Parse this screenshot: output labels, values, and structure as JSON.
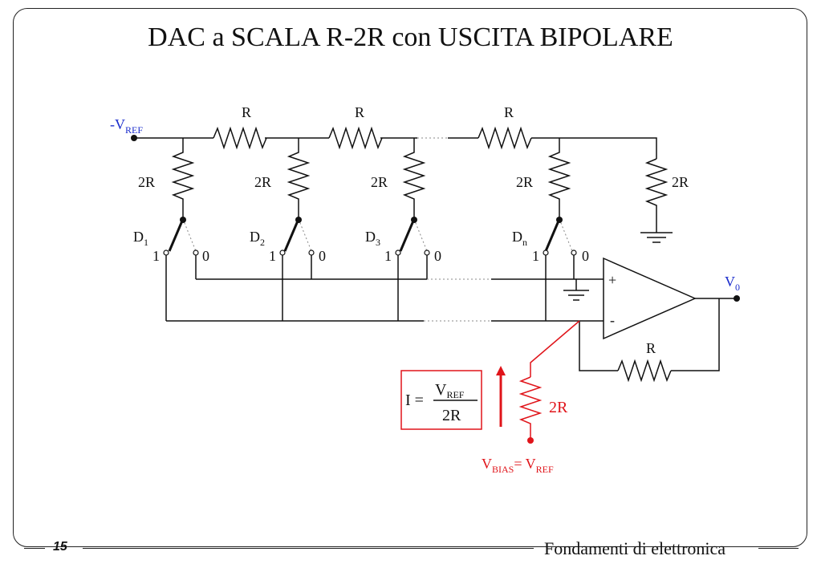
{
  "slide": {
    "title": "DAC a SCALA R-2R con USCITA BIPOLARE",
    "page_number": "15",
    "footer": "Fondamenti di elettronica"
  },
  "circuit": {
    "vref_label": "-V",
    "vref_sub": "REF",
    "series_resistor": "R",
    "shunt_resistor": "2R",
    "switches": [
      {
        "name": "D",
        "sub": "1",
        "pos1": "1",
        "pos0": "0"
      },
      {
        "name": "D",
        "sub": "2",
        "pos1": "1",
        "pos0": "0"
      },
      {
        "name": "D",
        "sub": "3",
        "pos1": "1",
        "pos0": "0"
      },
      {
        "name": "D",
        "sub": "n",
        "pos1": "1",
        "pos0": "0"
      }
    ],
    "opamp_plus": "+",
    "opamp_minus": "-",
    "output_label": "V",
    "output_sub": "0",
    "feedback_resistor": "R"
  },
  "bias": {
    "resistor": "2R",
    "formula_lhs": "I =",
    "numerator": "V",
    "numerator_sub": "REF",
    "denominator": "2R",
    "vbias": "V",
    "vbias_sub": "BIAS",
    "equals": "= V",
    "vref_sub": "REF"
  },
  "colors": {
    "bias": "#e0141a",
    "labels": "#1a2ccc",
    "ink": "#111111"
  }
}
